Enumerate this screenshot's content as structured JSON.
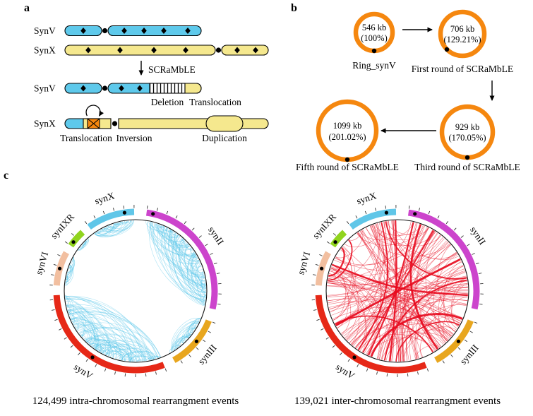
{
  "panel_a": {
    "label": "a",
    "rows": [
      {
        "label": "SynV"
      },
      {
        "label": "SynX"
      },
      {
        "label": "SynV"
      },
      {
        "label": "SynX"
      }
    ],
    "process_label": "SCRaMbLE",
    "annotations": {
      "deletion": "Deletion",
      "translocation_top": "Translocation",
      "translocation_bottom": "Translocation",
      "inversion": "Inversion",
      "duplication": "Duplication"
    },
    "colors": {
      "synv_blue": "#5EC9EB",
      "synx_yellow": "#F5E88E",
      "inversion_orange": "#F5870F"
    }
  },
  "panel_b": {
    "label": "b",
    "ring_color": "#F5870F",
    "rings": [
      {
        "size": "546 kb",
        "percent": "(100%)",
        "caption": "Ring_synV"
      },
      {
        "size": "706 kb",
        "percent": "(129.21%)",
        "caption": "First round of SCRaMbLE"
      },
      {
        "size": "929 kb",
        "percent": "(170.05%)",
        "caption": "Third round of SCRaMbLE"
      },
      {
        "size": "1099 kb",
        "percent": "(201.02%)",
        "caption": "Fifth round of SCRaMbLE"
      }
    ]
  },
  "panel_c": {
    "label": "c"
  },
  "chart_data": {
    "type": "circos-pair",
    "chromosomes": [
      {
        "name": "synII",
        "start": 8,
        "end": 103,
        "color": "#CC44CC",
        "centromere": 0.05
      },
      {
        "name": "synIII",
        "start": 112,
        "end": 151,
        "color": "#E8A61E",
        "centromere": 0.45
      },
      {
        "name": "synV",
        "start": 159,
        "end": 267,
        "color": "#E62817",
        "centromere": 0.5
      },
      {
        "name": "synVI",
        "start": 274,
        "end": 299,
        "color": "#F2BFA0",
        "centromere": 0.5
      },
      {
        "name": "synIXR",
        "start": 305,
        "end": 318,
        "color": "#90D41E",
        "centromere": 0.25
      },
      {
        "name": "synX",
        "start": 324,
        "end": 359,
        "color": "#60C6E8",
        "centromere": 0.8
      }
    ],
    "plots": [
      {
        "id": "intra",
        "events": 124499,
        "caption": "124,499 intra-chromosomal rearrangment events",
        "link_color": "#55C5EA",
        "link_style": "intra",
        "links": 380,
        "seed": 20
      },
      {
        "id": "inter",
        "events": 139021,
        "caption": "139,021 inter-chromosomal rearrangment events",
        "link_color": "#E80A1E",
        "link_style": "inter",
        "links": 175,
        "seed": 77
      }
    ]
  }
}
